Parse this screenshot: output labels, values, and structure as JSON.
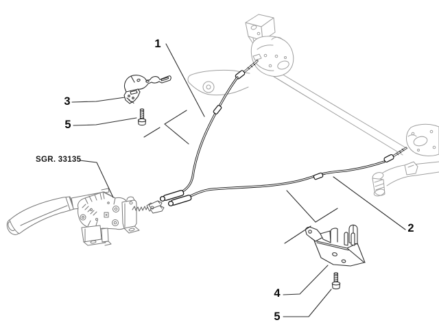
{
  "diagram": {
    "code_label": "SGR. 33135",
    "callouts": {
      "c1": "1",
      "c2": "2",
      "c3": "3",
      "c4": "4",
      "c5_upper": "5",
      "c5_lower": "5"
    },
    "colors": {
      "background": "#ffffff",
      "axle_context_lines": "#9e9e9e",
      "lever_context_lines": "#757575",
      "part_lines": "#2d2d2d",
      "cable_lines": "#111111",
      "leader_lines": "#2a2a2a",
      "label_text": "#0a0a0a"
    }
  }
}
